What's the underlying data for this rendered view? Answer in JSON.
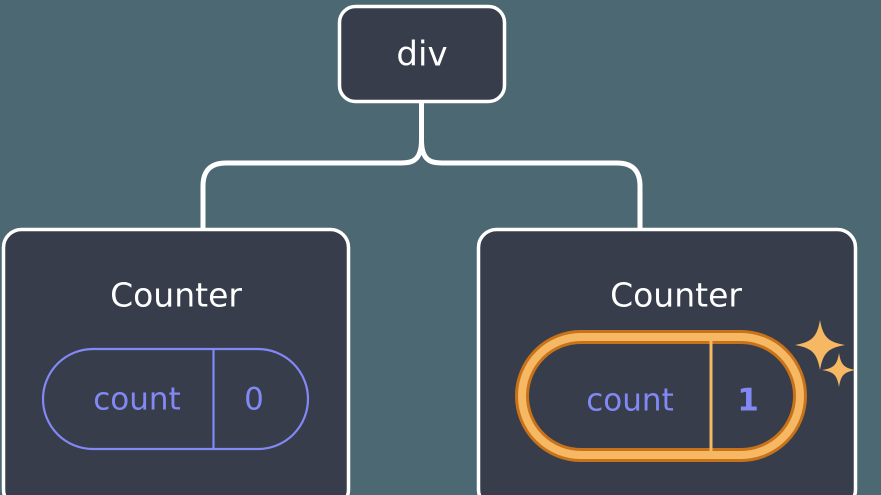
{
  "diagram": {
    "type": "component-tree",
    "title_visible": false,
    "background_color": "#4c6872",
    "node_fill": "#373d4b",
    "node_border": "#ffffff",
    "connector_color": "#ffffff",
    "state_color": "#8289f5",
    "highlight_outer_color": "#c8731a",
    "highlight_inner_color": "#f7b863",
    "sparkle_color": "#f7b863"
  },
  "root": {
    "label": "div"
  },
  "children": [
    {
      "label": "Counter",
      "state": {
        "key": "count",
        "value": "0"
      },
      "highlighted": false,
      "sparkles": 0
    },
    {
      "label": "Counter",
      "state": {
        "key": "count",
        "value": "1"
      },
      "highlighted": true,
      "sparkles": 2
    }
  ]
}
